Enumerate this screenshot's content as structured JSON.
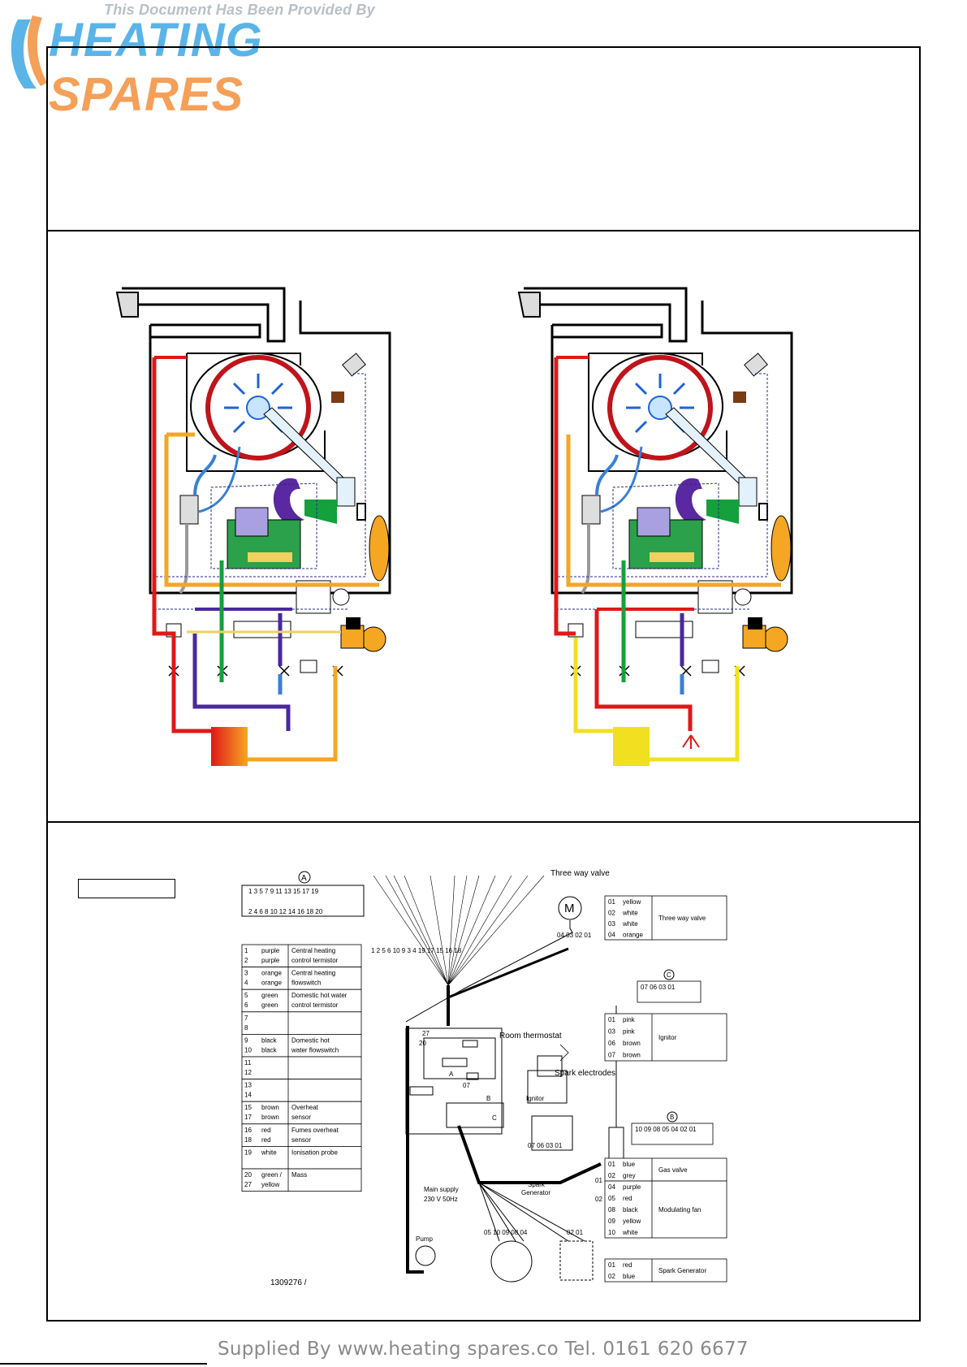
{
  "banner": {
    "provided_by": "This Document Has Been Provided By",
    "logo_left": "HEATING",
    "logo_right": "SPARES"
  },
  "wiring": {
    "connector_a": {
      "label": "A",
      "top_pins": "1 3 5 7 9 11 13 15 17 19",
      "bottom_pins": "2 4 6 8 10 12 14 16 18 20"
    },
    "pin_table": [
      {
        "pins": [
          "1",
          "2"
        ],
        "colours": [
          "purple",
          "purple"
        ],
        "desc": [
          "Central heating",
          "control termistor"
        ]
      },
      {
        "pins": [
          "3",
          "4"
        ],
        "colours": [
          "orange",
          "orange"
        ],
        "desc": [
          "Central heating",
          "flowswitch"
        ]
      },
      {
        "pins": [
          "5",
          "6"
        ],
        "colours": [
          "green",
          "green"
        ],
        "desc": [
          "Domestic hot water",
          "control termistor"
        ]
      },
      {
        "pins": [
          "7",
          "8"
        ],
        "colours": [
          "",
          ""
        ],
        "desc": [
          "",
          ""
        ]
      },
      {
        "pins": [
          "9",
          "10"
        ],
        "colours": [
          "black",
          "black"
        ],
        "desc": [
          "Domestic hot",
          "water flowswitch"
        ]
      },
      {
        "pins": [
          "11",
          "12"
        ],
        "colours": [
          "",
          ""
        ],
        "desc": [
          "",
          ""
        ]
      },
      {
        "pins": [
          "13",
          "14"
        ],
        "colours": [
          "",
          ""
        ],
        "desc": [
          "",
          ""
        ]
      },
      {
        "pins": [
          "15",
          "17"
        ],
        "colours": [
          "brown",
          "brown"
        ],
        "desc": [
          "Overheat",
          "sensor"
        ]
      },
      {
        "pins": [
          "16",
          "18"
        ],
        "colours": [
          "red",
          "red"
        ],
        "desc": [
          "Fumes overheat",
          "sensor"
        ]
      },
      {
        "pins": [
          "19",
          ""
        ],
        "colours": [
          "white",
          ""
        ],
        "desc": [
          "Ionisation probe",
          ""
        ]
      },
      {
        "pins": [
          "20",
          "27"
        ],
        "colours": [
          "green /",
          "yellow"
        ],
        "desc": [
          "Mass",
          ""
        ]
      }
    ],
    "terminal_numbers": [
      "1",
      "2",
      "5",
      "6",
      "10",
      "9",
      "3",
      "4",
      "19",
      "17",
      "15",
      "16",
      "18"
    ],
    "labels": {
      "three_way_valve": "Three way valve",
      "motor": "M",
      "motor_pins": "04 03   02 01",
      "room_thermostat": "Room thermostat",
      "spark_electrodes": "Spark electrodes",
      "ignitor": "Ignitor",
      "ignitor_pins": "07 06   03 01",
      "spark_generator": [
        "Spark",
        "Generator"
      ],
      "gen_pins": [
        "01",
        "02"
      ],
      "main_supply": [
        "Main supply",
        "230 V 50Hz"
      ],
      "pump": "Pump",
      "fan_pins": "05 10 09 08 04",
      "valve_pins": "02   01",
      "board_27": "27",
      "board_20": "20",
      "board_07": "07",
      "board_a": "A",
      "board_b": "B",
      "board_c": "C"
    },
    "tables": {
      "three_way": {
        "rows": [
          [
            "01",
            "yellow"
          ],
          [
            "02",
            "white"
          ],
          [
            "03",
            "white"
          ],
          [
            "04",
            "orange"
          ]
        ],
        "name": "Three way valve"
      },
      "connector_c": {
        "label": "C",
        "pins": "07 06    03 01"
      },
      "ignitor": {
        "rows": [
          [
            "01",
            "pink"
          ],
          [
            "03",
            "pink"
          ],
          [
            "06",
            "brown"
          ],
          [
            "07",
            "brown"
          ]
        ],
        "name": "Ignitor"
      },
      "connector_b": {
        "label": "B",
        "pins": "10 09 08  05 04   02 01"
      },
      "gas_valve": {
        "rows": [
          [
            "01",
            "blue"
          ],
          [
            "02",
            "grey"
          ]
        ],
        "name": "Gas valve"
      },
      "mod_fan": {
        "rows": [
          [
            "04",
            "purple"
          ],
          [
            "05",
            "red"
          ],
          [
            "08",
            "black"
          ],
          [
            "09",
            "yellow"
          ],
          [
            "10",
            "white"
          ]
        ],
        "name": "Modulating fan"
      },
      "spark_gen": {
        "rows": [
          [
            "01",
            "red"
          ],
          [
            "02",
            "blue"
          ]
        ],
        "name": "Spark Generator"
      }
    }
  },
  "drawing_code": "1309276 /",
  "footer": "Supplied By www.heating spares.co  Tel. 0161 620 6677"
}
